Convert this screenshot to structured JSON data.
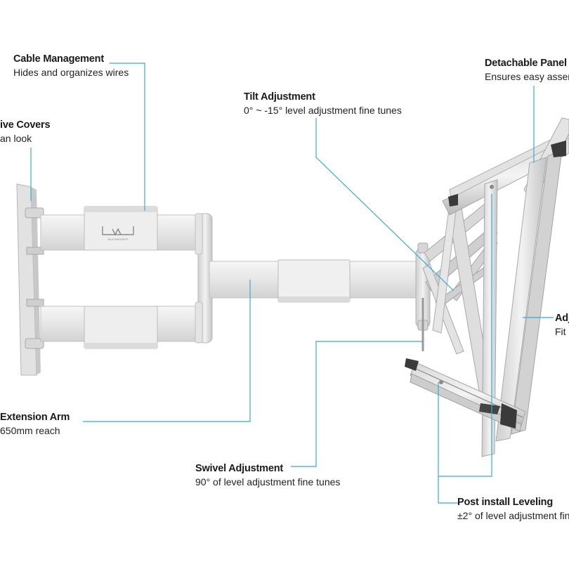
{
  "brand": {
    "logo_text": "LMJ",
    "logo_subtext": "MULTIMOUNTS"
  },
  "colors": {
    "leader_line": "#39a9d6",
    "metal_light": "#e9e9e9",
    "metal_mid": "#cfcfcf",
    "metal_dark": "#a9a9a9",
    "rubber": "#3a3a3a"
  },
  "callouts": {
    "cable_management": {
      "title": "Cable Management",
      "desc": "Hides and organizes wires"
    },
    "detachable_panel": {
      "title": "Detachable Panel",
      "desc": "Ensures easy assem"
    },
    "tilt_adjustment": {
      "title": "Tilt Adjustment",
      "desc": "0° ~ -15° level adjustment fine tunes"
    },
    "decorative_covers": {
      "title": "ive Covers",
      "desc": "an look"
    },
    "adjustable": {
      "title": "Adj",
      "desc": "Fit"
    },
    "extension_arm": {
      "title": "Extension Arm",
      "desc": "650mm reach"
    },
    "swivel_adjustment": {
      "title": "Swivel Adjustment",
      "desc": "90° of level adjustment fine tunes"
    },
    "post_install_leveling": {
      "title": "Post install Leveling",
      "desc": "±2° of level adjustment fin"
    }
  }
}
